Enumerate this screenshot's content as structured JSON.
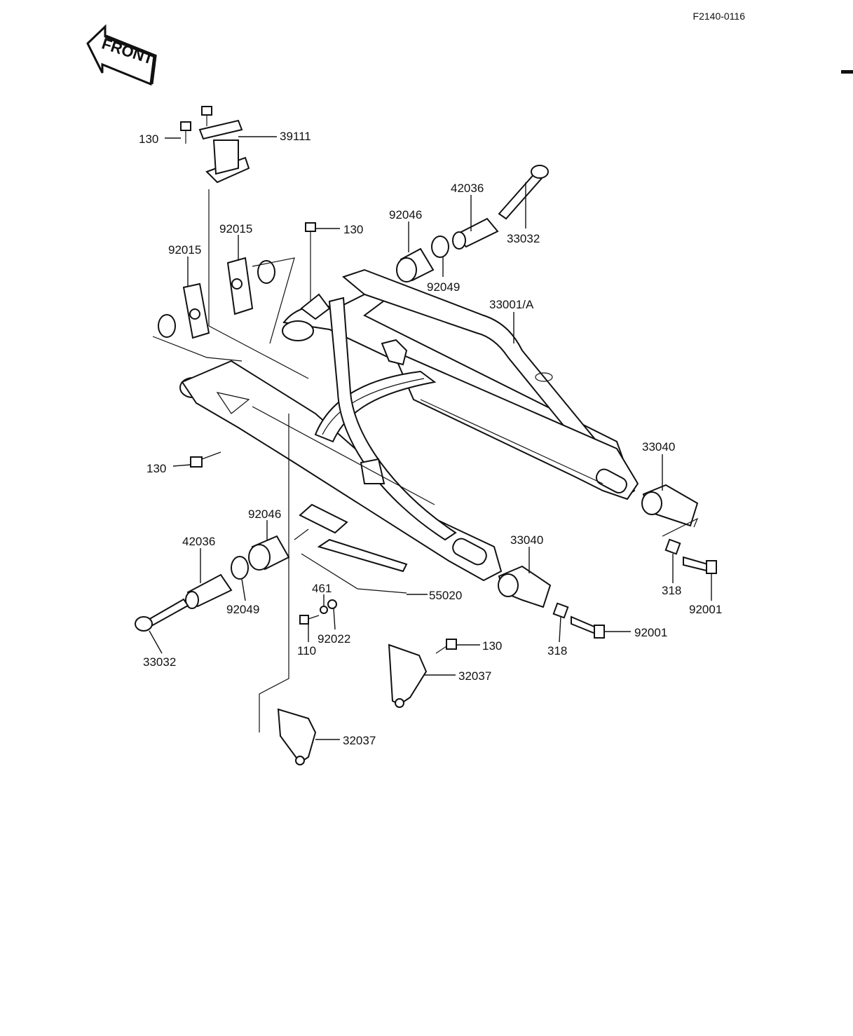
{
  "diagram_code": "F2140-0116",
  "direction_arrow": {
    "label": "FRONT",
    "icon": "front-arrow-icon"
  },
  "callouts": {
    "c130_a": "130",
    "c39111": "39111",
    "c92015_a": "92015",
    "c92015_b": "92015",
    "c130_b": "130",
    "c92046_a": "92046",
    "c42036_a": "42036",
    "c33032_a": "33032",
    "c92049_a": "92049",
    "c33001": "33001/A",
    "c33040_a": "33040",
    "c130_c": "130",
    "c92046_b": "92046",
    "c42036_b": "42036",
    "c33040_b": "33040",
    "c318_a": "318",
    "c92001_a": "92001",
    "c461": "461",
    "c92049_b": "92049",
    "c55020": "55020",
    "c110": "110",
    "c92022": "92022",
    "c33032_b": "33032",
    "c130_d": "130",
    "c318_b": "318",
    "c92001_b": "92001",
    "c32037_a": "32037",
    "c32037_b": "32037"
  }
}
